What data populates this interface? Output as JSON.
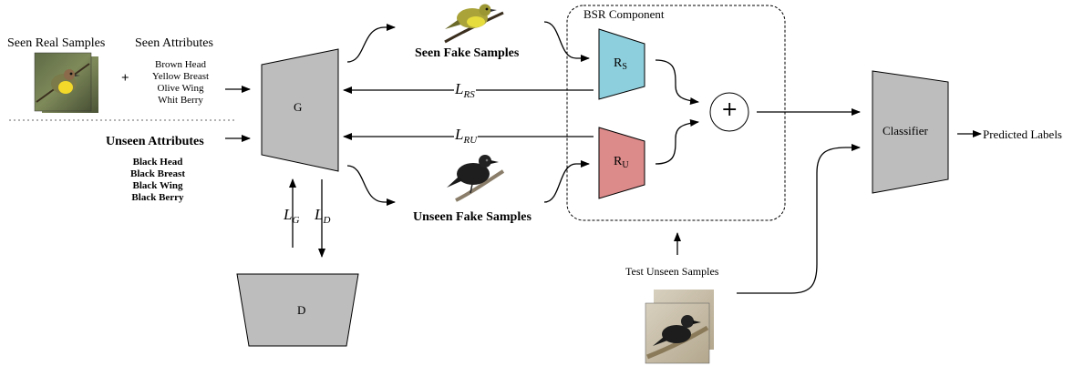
{
  "colors": {
    "gray_block": "#bdbdbd",
    "rs_block": "#8ecfdd",
    "ru_block": "#dc8a8a",
    "line": "#000000",
    "dashed_border": "#000000"
  },
  "left": {
    "seen_real_samples": "Seen Real Samples",
    "seen_attributes": {
      "title": "Seen Attributes",
      "items": [
        "Brown Head",
        "Yellow Breast",
        "Olive Wing",
        "Whit Berry"
      ]
    },
    "plus": "+",
    "unseen_attributes": {
      "title": "Unseen Attributes",
      "items": [
        "Black Head",
        "Black Breast",
        "Black Wing",
        "Black Berry"
      ]
    }
  },
  "generator": {
    "label": "G"
  },
  "discriminator": {
    "label": "D"
  },
  "losses": {
    "lg": {
      "main": "L",
      "sub": "G"
    },
    "ld": {
      "main": "L",
      "sub": "D"
    },
    "lrs": {
      "main": "L",
      "sub": "RS"
    },
    "lru": {
      "main": "L",
      "sub": "RU"
    }
  },
  "samples": {
    "seen_fake": "Seen Fake Samples",
    "unseen_fake": "Unseen Fake Samples",
    "test_unseen": "Test Unseen Samples"
  },
  "bsr": {
    "title": "BSR Component",
    "rs": {
      "main": "R",
      "sub": "S"
    },
    "ru": {
      "main": "R",
      "sub": "U"
    },
    "plus": "+"
  },
  "classifier": {
    "label": "Classifier"
  },
  "output": {
    "label": "Predicted Labels"
  },
  "icons": {
    "seen_real": "yellow-breasted-bird-photo-icon",
    "seen_fake": "yellow-bird-on-branch-icon",
    "unseen_fake": "black-bird-on-branch-icon",
    "test_unseen": "black-bird-photo-icon"
  }
}
